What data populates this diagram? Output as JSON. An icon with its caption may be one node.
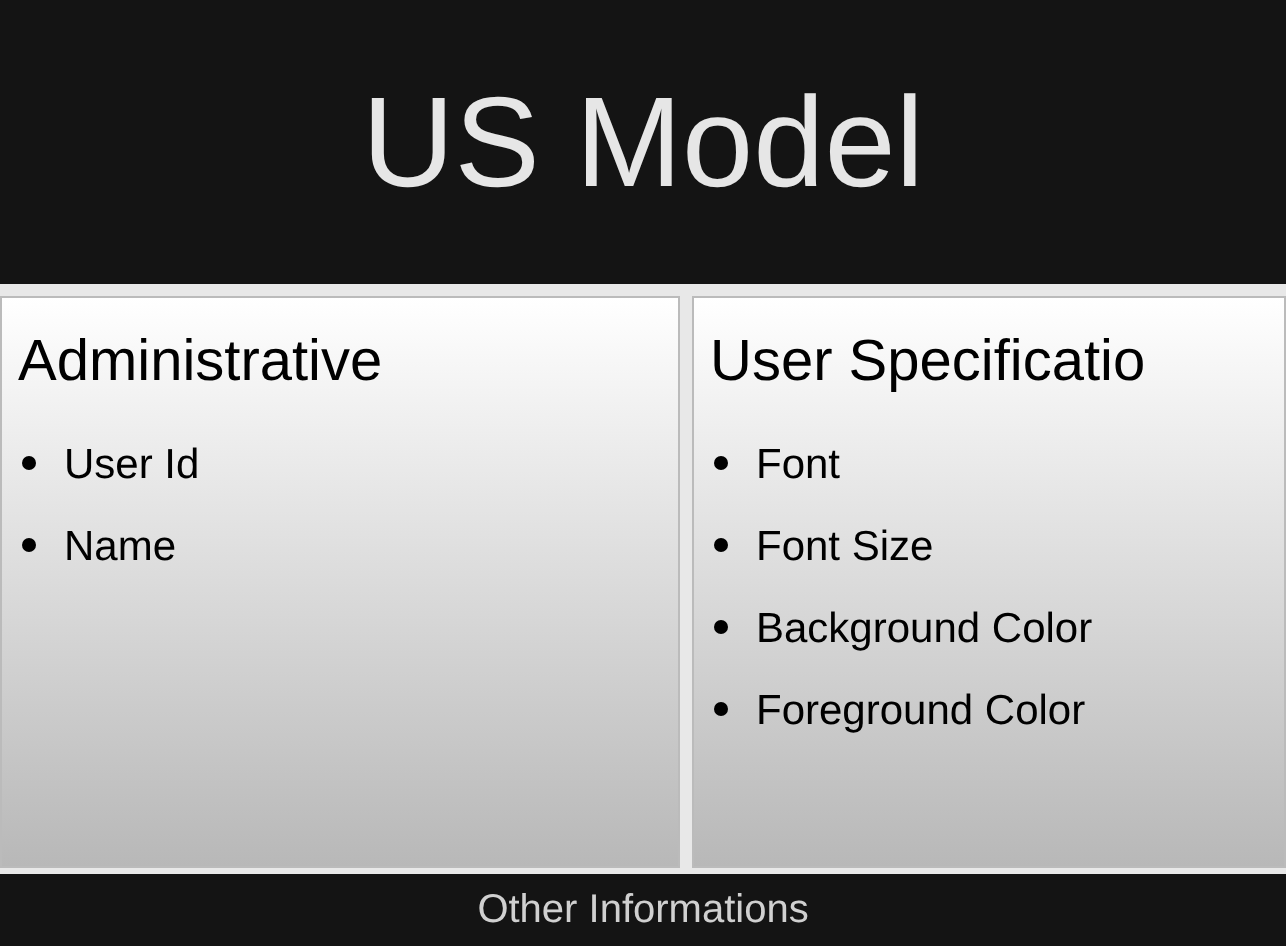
{
  "diagram": {
    "nodes": [
      {
        "text": [
          "US Model"
        ]
      },
      {
        "text": [
          "Administrative",
          "User Id",
          "Name"
        ]
      },
      {
        "text": [
          "User Specificatio",
          "Font",
          "Font Size",
          "Background Color",
          "Foreground Color"
        ]
      },
      {
        "text": [
          "Other Informations"
        ]
      }
    ]
  }
}
